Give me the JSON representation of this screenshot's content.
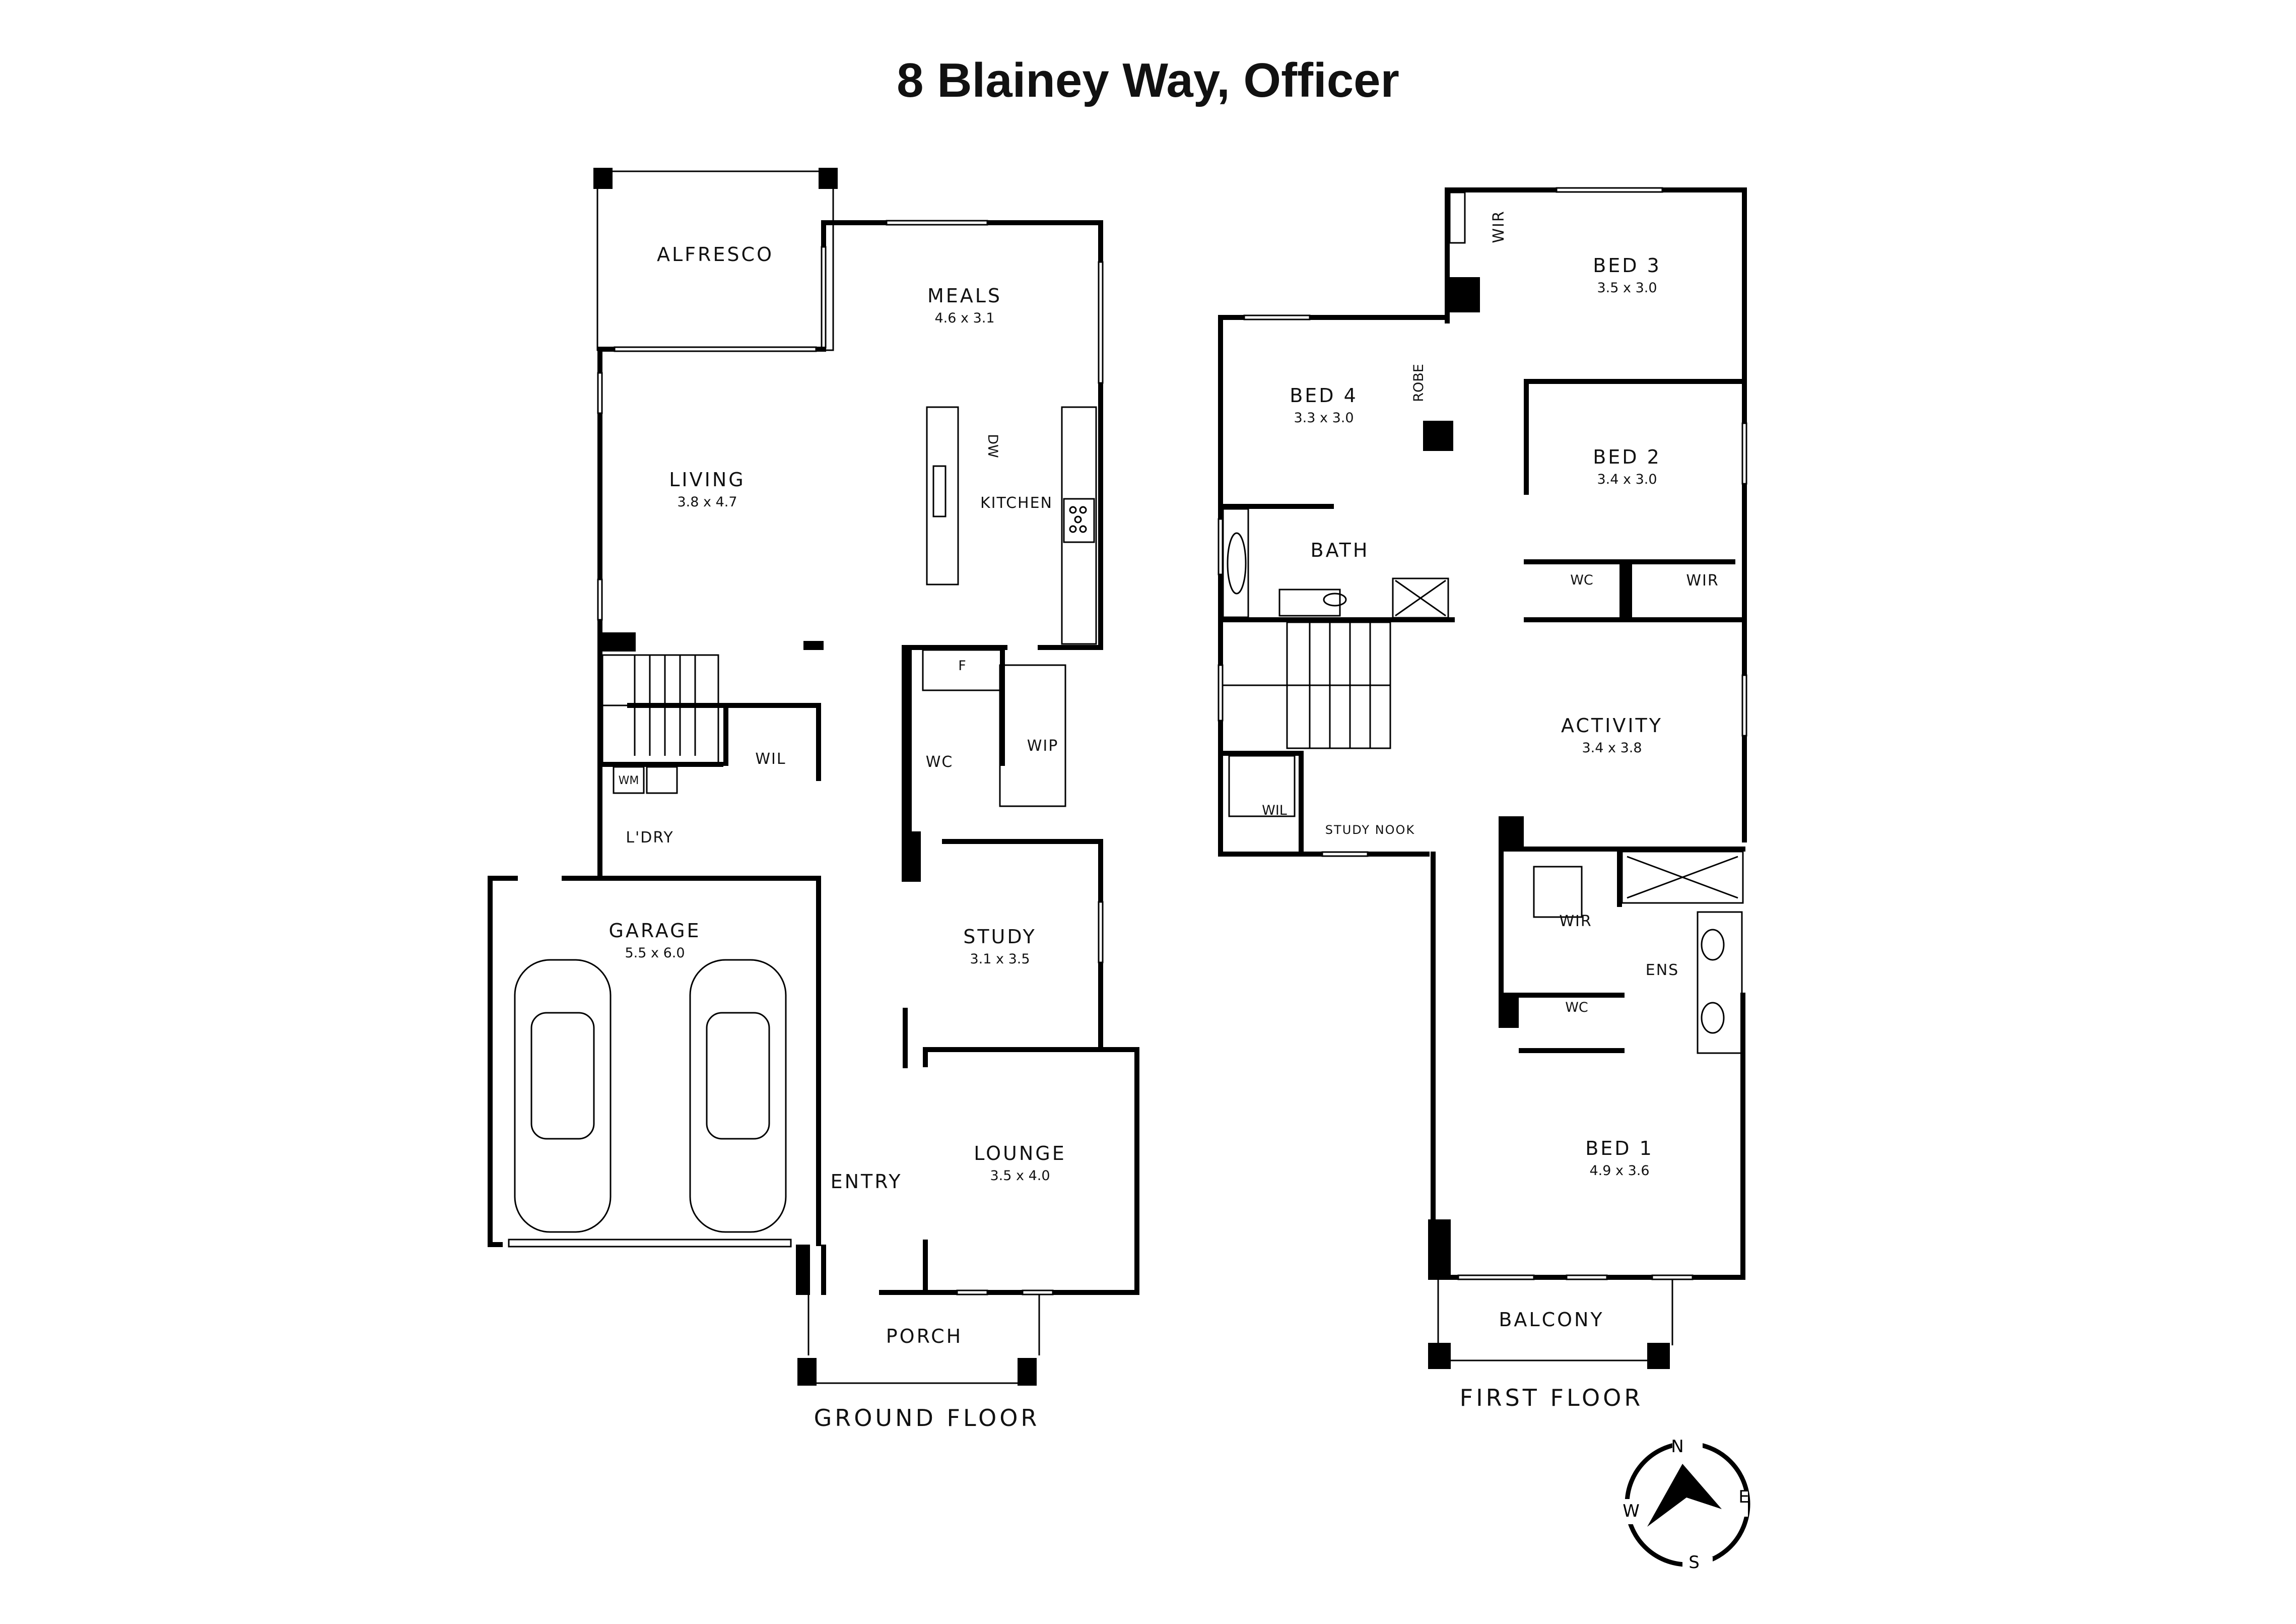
{
  "title": "8 Blainey Way, Officer",
  "floors": {
    "ground": {
      "label": "GROUND FLOOR",
      "rooms": {
        "alfresco": {
          "name": "ALFRESCO"
        },
        "meals": {
          "name": "MEALS",
          "dims": "4.6 x 3.1"
        },
        "living": {
          "name": "LIVING",
          "dims": "3.8 x 4.7"
        },
        "kitchen": {
          "name": "KITCHEN"
        },
        "dw": {
          "name": "DW"
        },
        "fridge": {
          "name": "F"
        },
        "wc": {
          "name": "WC"
        },
        "wip": {
          "name": "WIP"
        },
        "wil": {
          "name": "WIL"
        },
        "wm": {
          "name": "WM"
        },
        "laundry": {
          "name": "L'DRY"
        },
        "garage": {
          "name": "GARAGE",
          "dims": "5.5 x 6.0"
        },
        "study": {
          "name": "STUDY",
          "dims": "3.1 x 3.5"
        },
        "entry": {
          "name": "ENTRY"
        },
        "lounge": {
          "name": "LOUNGE",
          "dims": "3.5 x 4.0"
        },
        "porch": {
          "name": "PORCH"
        }
      }
    },
    "first": {
      "label": "FIRST FLOOR",
      "rooms": {
        "bed3_wir": {
          "name": "WIR"
        },
        "bed3": {
          "name": "BED 3",
          "dims": "3.5 x 3.0"
        },
        "bed4": {
          "name": "BED 4",
          "dims": "3.3 x 3.0"
        },
        "robe": {
          "name": "ROBE"
        },
        "bed2": {
          "name": "BED 2",
          "dims": "3.4 x 3.0"
        },
        "bath": {
          "name": "BATH"
        },
        "bed2_wc": {
          "name": "WC"
        },
        "bed2_wir": {
          "name": "WIR"
        },
        "activity": {
          "name": "ACTIVITY",
          "dims": "3.4 x 3.8"
        },
        "wil": {
          "name": "WIL"
        },
        "study_nook": {
          "name": "STUDY NOOK"
        },
        "bed1_wir": {
          "name": "WIR"
        },
        "ens": {
          "name": "ENS"
        },
        "ens_wc": {
          "name": "WC"
        },
        "bed1": {
          "name": "BED 1",
          "dims": "4.9 x 3.6"
        },
        "balcony": {
          "name": "BALCONY"
        }
      }
    }
  },
  "compass": {
    "n": "N",
    "e": "E",
    "s": "S",
    "w": "W"
  }
}
